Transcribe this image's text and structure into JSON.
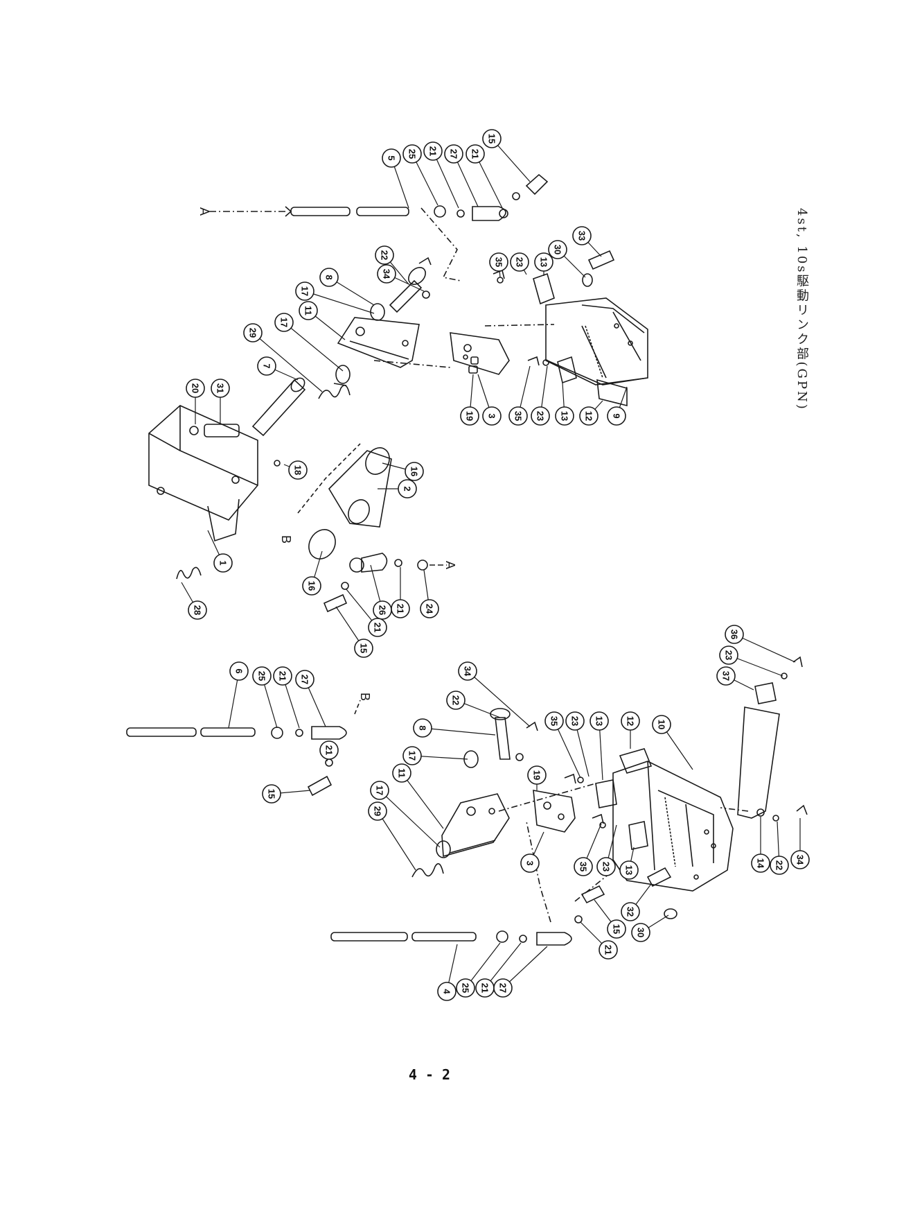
{
  "caption": "4st, 10s駆動リンク部(GPN)",
  "page_number": "4 - 2",
  "connector_labels": {
    "a_top": "A",
    "a_mid": "A",
    "b_mid": "B",
    "b_lower": "B"
  },
  "callouts": [
    "1",
    "2",
    "3",
    "4",
    "5",
    "6",
    "7",
    "8",
    "9",
    "10",
    "11",
    "12",
    "13",
    "14",
    "15",
    "16",
    "17",
    "18",
    "19",
    "20",
    "21",
    "22",
    "23",
    "24",
    "25",
    "26",
    "27",
    "28",
    "29",
    "30",
    "31",
    "32",
    "33",
    "34",
    "35",
    "36",
    "37"
  ]
}
